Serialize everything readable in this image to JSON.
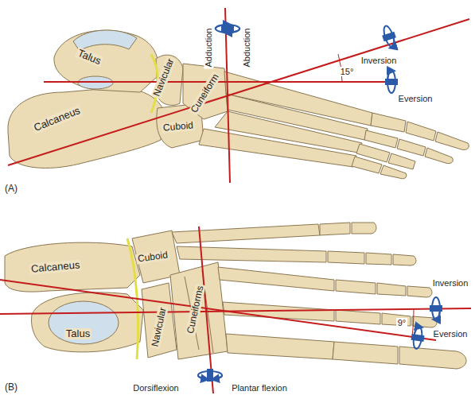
{
  "diagram": {
    "labels": [
      "Talus",
      "Navicular",
      "Calcaneus",
      "Cuboid",
      "Cuneiform",
      "Adduction",
      "Abduction",
      "Inversion",
      "15°",
      "Eversion",
      "(A)",
      "Calcaneus",
      "Cuboid",
      "Talus",
      "Navicular",
      "Cuneiforms",
      "Inversion",
      "Eversion",
      "9°",
      "Dorsiflexion",
      "Plantar flexion",
      "(B)"
    ]
  }
}
